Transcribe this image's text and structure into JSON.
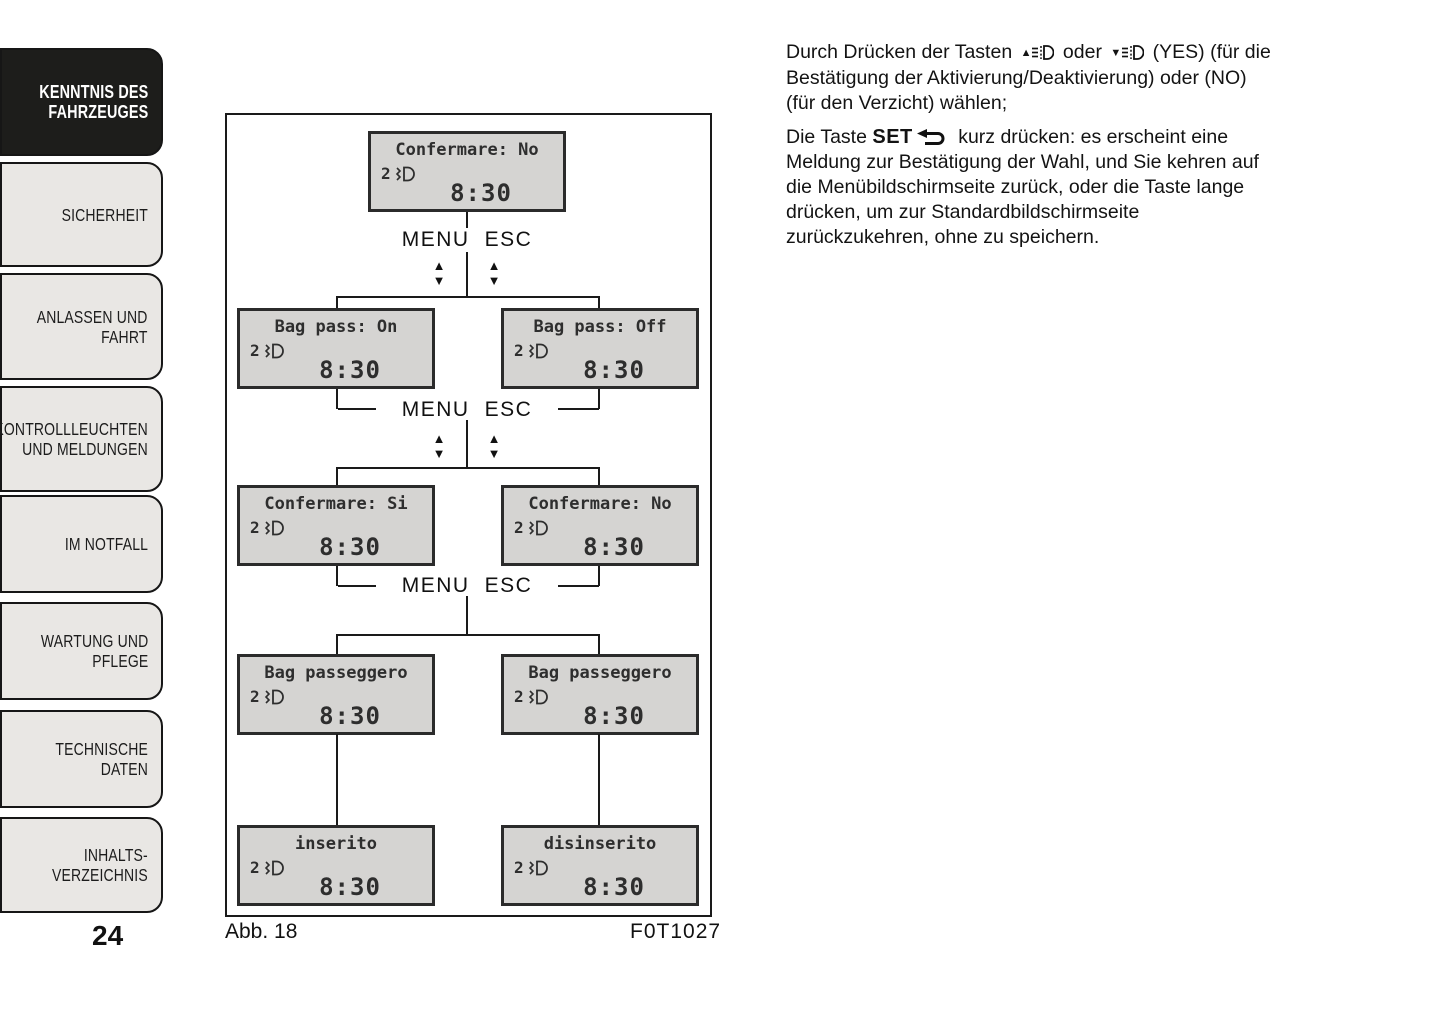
{
  "sidebar": {
    "tabs": [
      {
        "label": "KENNTNIS DES\nFAHRZEUGES",
        "active": true
      },
      {
        "label": "SICHERHEIT",
        "active": false
      },
      {
        "label": "ANLASSEN UND\nFAHRT",
        "active": false
      },
      {
        "label": "KONTROLLLEUCHTEN\nUND MELDUNGEN",
        "active": false
      },
      {
        "label": "IM NOTFALL",
        "active": false
      },
      {
        "label": "WARTUNG UND\nPFLEGE",
        "active": false
      },
      {
        "label": "TECHNISCHE DATEN",
        "active": false
      },
      {
        "label": "INHALTS-\nVERZEICHNIS",
        "active": false
      }
    ],
    "page_number": "24"
  },
  "diagram": {
    "caption": "Abb. 18",
    "figure_code": "F0T1027",
    "menu_label": "MENU",
    "esc_label": "ESC",
    "screens": [
      {
        "title": "Confermare: No",
        "indicator": "2",
        "time": "8:30"
      },
      {
        "title": "Bag pass: On",
        "indicator": "2",
        "time": "8:30"
      },
      {
        "title": "Bag pass: Off",
        "indicator": "2",
        "time": "8:30"
      },
      {
        "title": "Confermare: Si",
        "indicator": "2",
        "time": "8:30"
      },
      {
        "title": "Confermare: No",
        "indicator": "2",
        "time": "8:30"
      },
      {
        "title": "Bag passeggero",
        "indicator": "2",
        "time": "8:30"
      },
      {
        "title": "Bag passeggero",
        "indicator": "2",
        "time": "8:30"
      },
      {
        "title": "inserito",
        "indicator": "2",
        "time": "8:30"
      },
      {
        "title": "disinserito",
        "indicator": "2",
        "time": "8:30"
      }
    ]
  },
  "icons": {
    "up_arrow": "▲",
    "down_arrow": "▼"
  },
  "content": {
    "p1": {
      "line1_pre": "Durch Drücken der Tasten",
      "between_icons": "oder",
      "line1_post": "(YES) (für die",
      "line2": "Bestätigung der Aktivierung/Deaktivierung) oder (NO)",
      "line3": "(für den Verzicht) wählen;"
    },
    "p2": {
      "line1_pre": "Die Taste",
      "set_label": "SET",
      "line1_post": "kurz drücken: es erscheint eine",
      "line2": "Meldung zur Bestätigung der Wahl, und Sie kehren auf",
      "line3": "die Menübildschirmseite zurück, oder die Taste lange",
      "line4": "drücken, um zur Standardbildschirmseite",
      "line5": "zurückzukehren, ohne zu speichern."
    }
  },
  "colors": {
    "active_tab_bg": "#1d1d1b",
    "tab_bg": "#e9e7e4",
    "screen_bg": "#d5d4d2",
    "line": "#1a1a1a"
  }
}
